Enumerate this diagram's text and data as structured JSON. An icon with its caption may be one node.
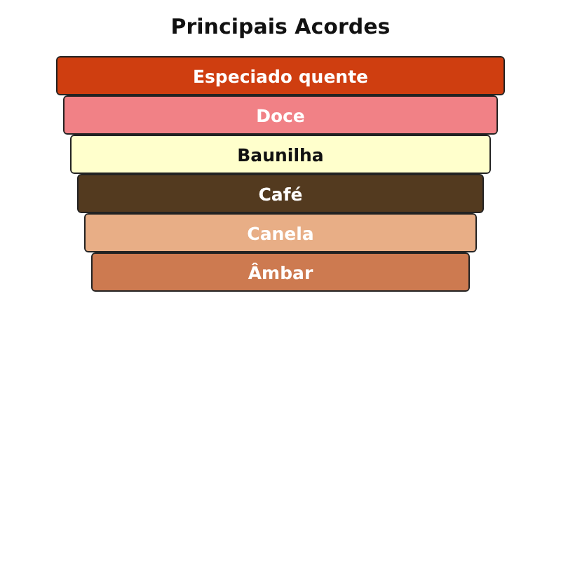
{
  "diagram": {
    "title": "Principais Acordes",
    "nodes": [
      {
        "text": [
          "Especiado quente"
        ]
      },
      {
        "text": [
          "Doce"
        ]
      },
      {
        "text": [
          "Baunilha"
        ]
      },
      {
        "text": [
          "Café"
        ]
      },
      {
        "text": [
          "Canela"
        ]
      },
      {
        "text": [
          "Âmbar"
        ]
      }
    ]
  }
}
